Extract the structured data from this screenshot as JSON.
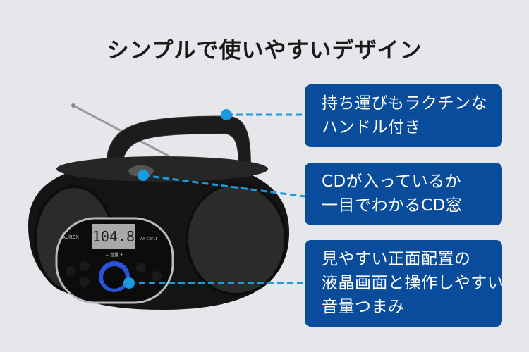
{
  "title": "シンプルで使いやすいデザイン",
  "product": {
    "brand_logo": "AUREX",
    "model": "AX-C3F11",
    "display_value": "104.8",
    "volume_label": "− 音量 +"
  },
  "callouts": [
    {
      "lines": [
        "持ち運びもラクチンな",
        "ハンドル付き"
      ]
    },
    {
      "lines": [
        "CDが入っているか",
        "一目でわかるCD窓"
      ]
    },
    {
      "lines": [
        "見やすい正面配置の",
        "液晶画面と操作しやすい",
        "音量つまみ"
      ]
    }
  ],
  "colors": {
    "callout_bg": "#0a4c9c",
    "leader": "#1a9be0",
    "background": "#e5e7ea"
  }
}
